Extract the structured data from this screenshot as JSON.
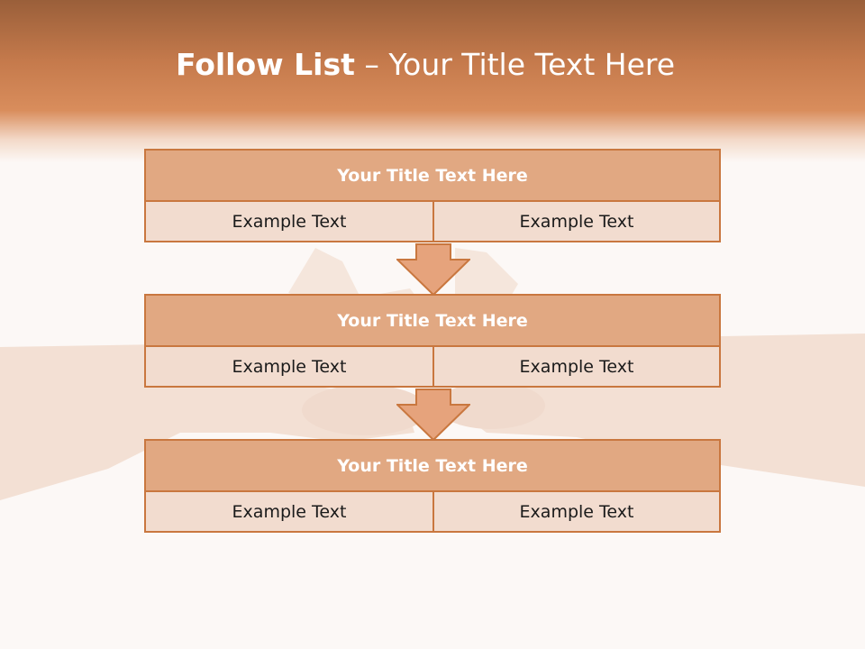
{
  "slide": {
    "title_bold": "Follow List",
    "title_rest": " – Your Title Text Here"
  },
  "steps": [
    {
      "title": "Your Title Text Here",
      "left": "Example Text",
      "right": "Example Text"
    },
    {
      "title": "Your Title Text Here",
      "left": "Example Text",
      "right": "Example Text"
    },
    {
      "title": "Your Title Text Here",
      "left": "Example Text",
      "right": "Example Text"
    }
  ],
  "colors": {
    "accent": "#c9773f",
    "title_fill": "#e1a882",
    "cell_fill": "#f2dccf",
    "arrow_fill": "#e6a37c"
  }
}
